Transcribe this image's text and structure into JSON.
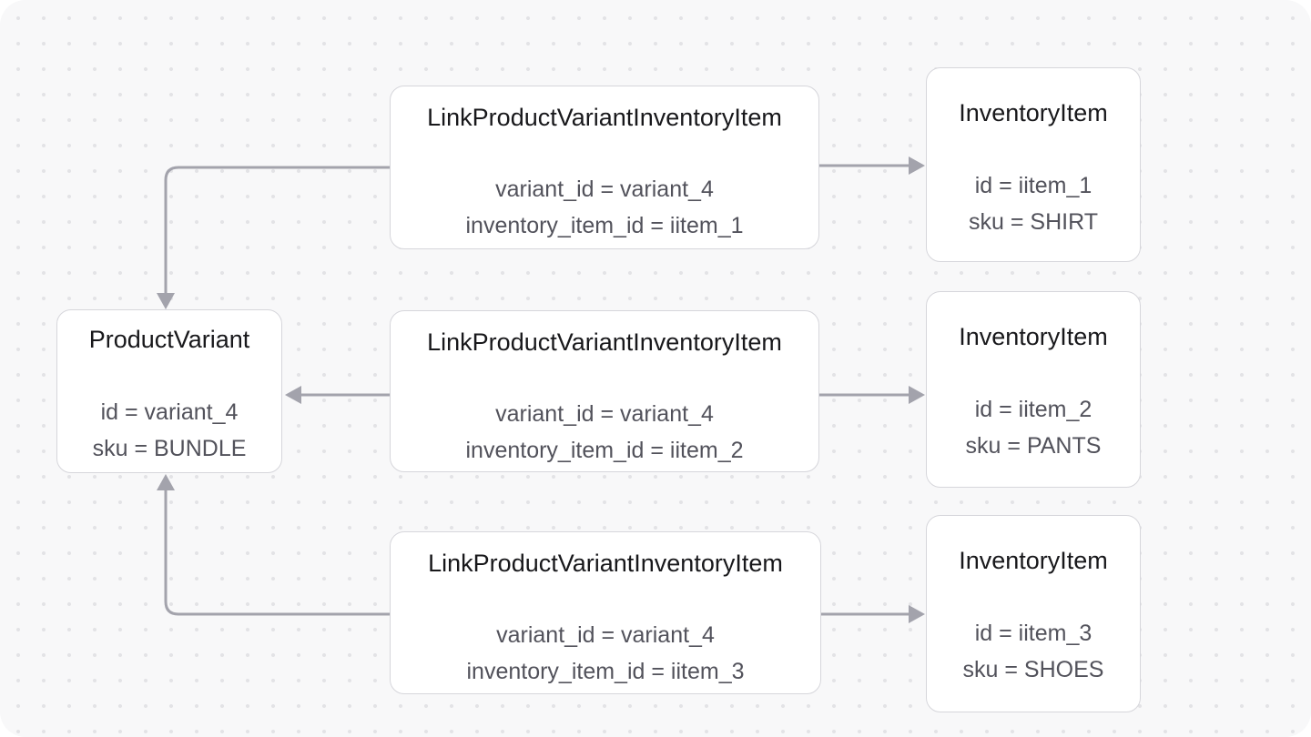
{
  "theme": {
    "page_bg": "#ffffff",
    "canvas_bg": "#f8f8f9",
    "dot_color": "#e3e3e6",
    "node_bg": "#ffffff",
    "node_border": "#d6d6db",
    "title_color": "#18181b",
    "field_color": "#52525b",
    "connector_color": "#a3a3ac"
  },
  "diagram": {
    "nodes": [
      {
        "type": "entity",
        "title": "ProductVariant",
        "fields": [
          "id = variant_4",
          "sku = BUNDLE"
        ]
      },
      {
        "type": "link",
        "title": "LinkProductVariantInventoryItem",
        "fields": [
          "variant_id = variant_4",
          "inventory_item_id = iitem_1"
        ]
      },
      {
        "type": "entity",
        "title": "InventoryItem",
        "fields": [
          "id = iitem_1",
          "sku = SHIRT"
        ]
      },
      {
        "type": "link",
        "title": "LinkProductVariantInventoryItem",
        "fields": [
          "variant_id = variant_4",
          "inventory_item_id = iitem_2"
        ]
      },
      {
        "type": "entity",
        "title": "InventoryItem",
        "fields": [
          "id = iitem_2",
          "sku = PANTS"
        ]
      },
      {
        "type": "link",
        "title": "LinkProductVariantInventoryItem",
        "fields": [
          "variant_id = variant_4",
          "inventory_item_id = iitem_3"
        ]
      },
      {
        "type": "entity",
        "title": "InventoryItem",
        "fields": [
          "id = iitem_3",
          "sku = SHOES"
        ]
      }
    ],
    "edges": [
      {
        "from": "link-row-1",
        "to": "product-variant",
        "enters": "top"
      },
      {
        "from": "link-row-1",
        "to": "inventory-item-1",
        "enters": "left"
      },
      {
        "from": "link-row-2",
        "to": "product-variant",
        "enters": "right"
      },
      {
        "from": "link-row-2",
        "to": "inventory-item-2",
        "enters": "left"
      },
      {
        "from": "link-row-3",
        "to": "product-variant",
        "enters": "bottom"
      },
      {
        "from": "link-row-3",
        "to": "inventory-item-3",
        "enters": "left"
      }
    ]
  }
}
